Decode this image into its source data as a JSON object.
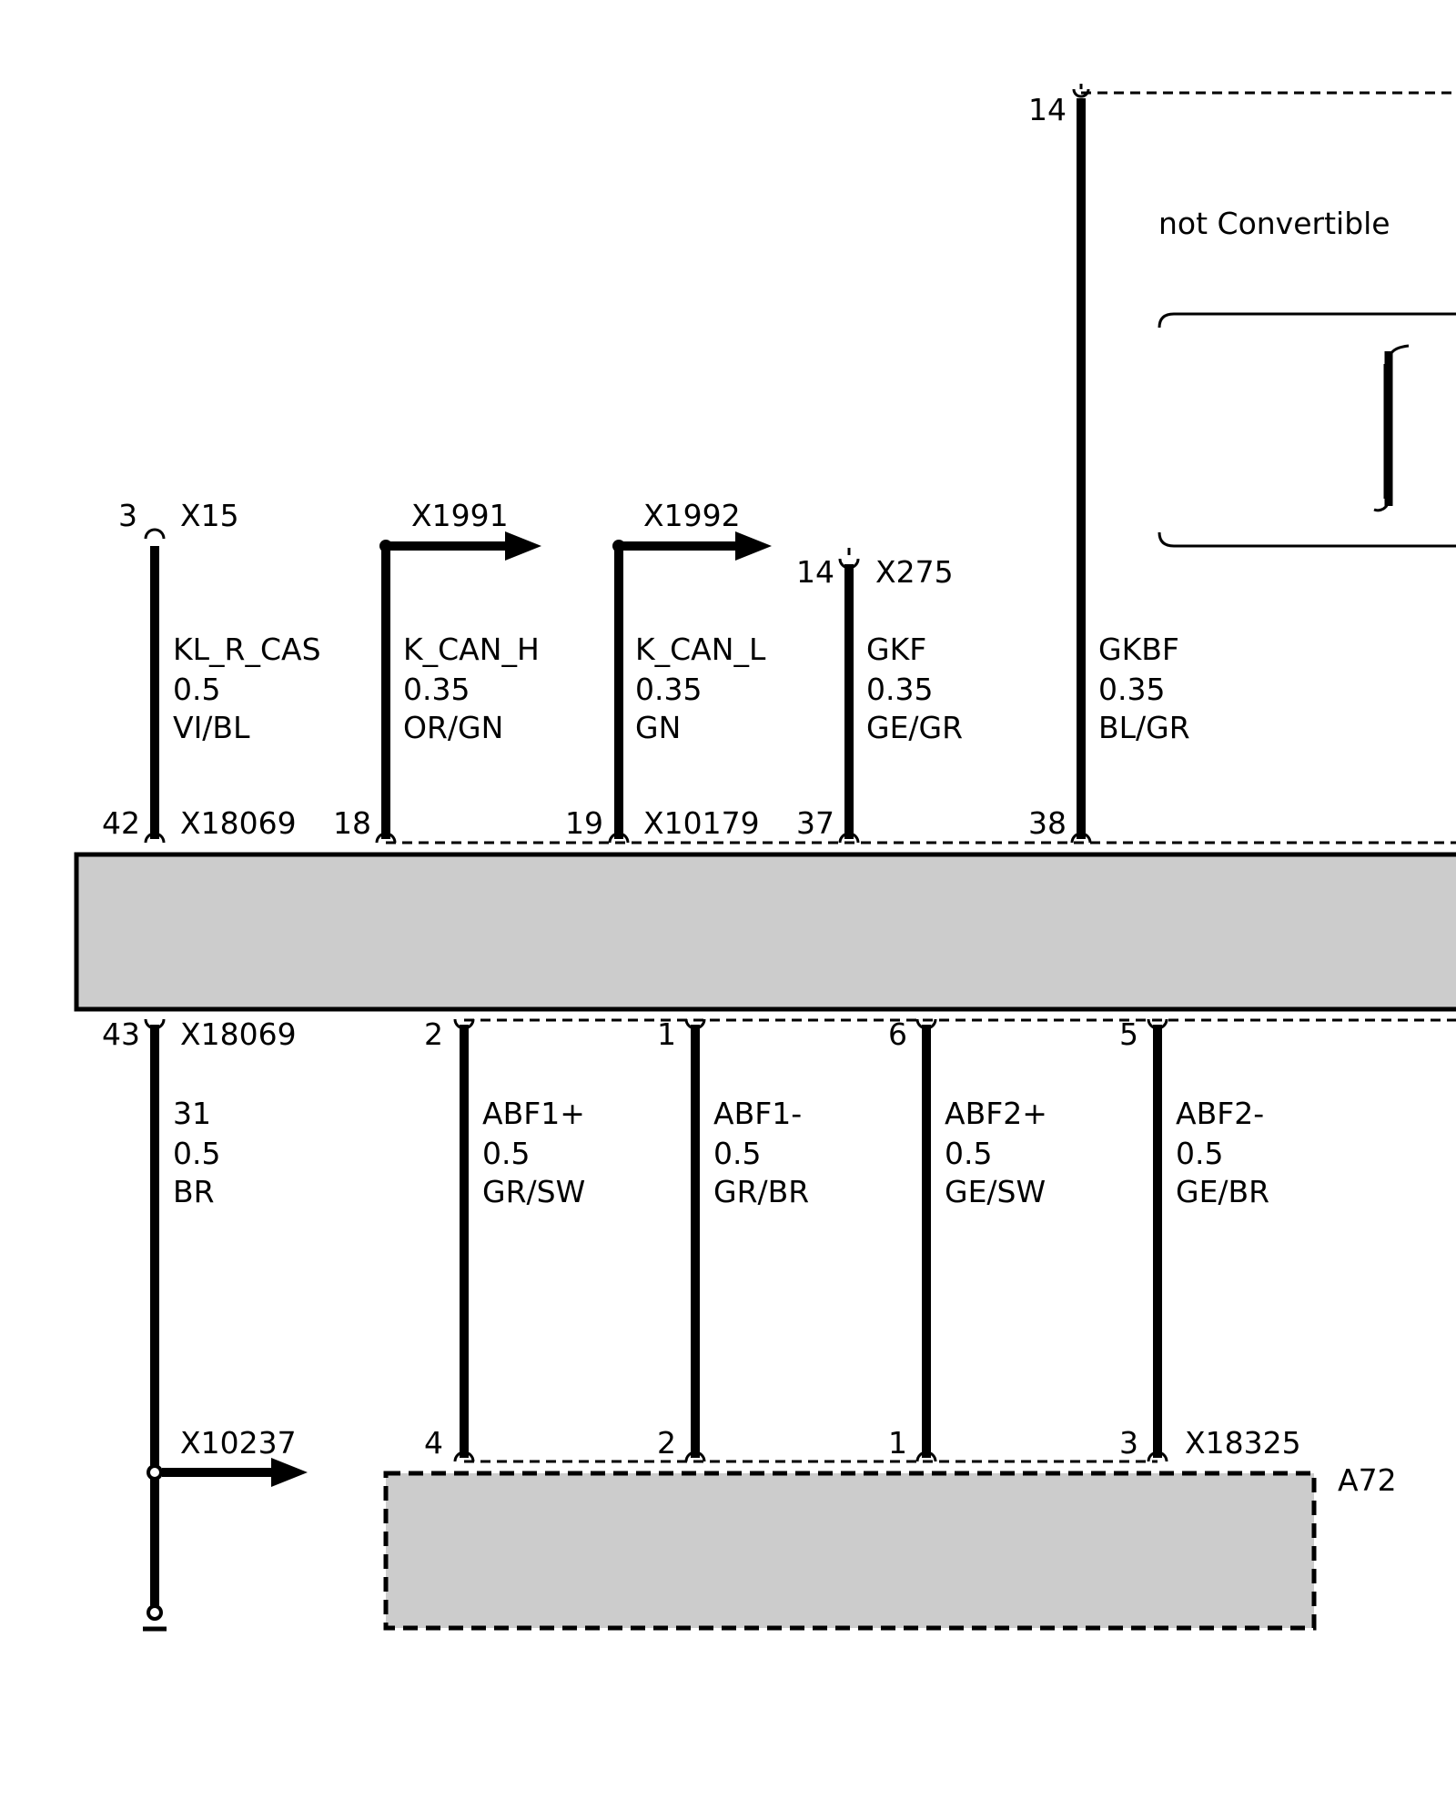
{
  "top_right": {
    "pin": "14",
    "note": "not Convertible"
  },
  "wires_top": [
    {
      "id": "kl-r-cas",
      "top_pin": "3",
      "top_connector": "X15",
      "signal": "KL_R_CAS",
      "size": "0.5",
      "color": "VI/BL",
      "bottom_pin": "42",
      "bottom_connector": "X18069"
    },
    {
      "id": "k-can-h",
      "top_connector": "X1991",
      "signal": "K_CAN_H",
      "size": "0.35",
      "color": "OR/GN",
      "bottom_pin": "18"
    },
    {
      "id": "k-can-l",
      "top_connector": "X1992",
      "signal": "K_CAN_L",
      "size": "0.35",
      "color": "GN",
      "bottom_pin": "19",
      "bottom_connector": "X10179"
    },
    {
      "id": "gkf",
      "top_pin": "14",
      "top_connector": "X275",
      "signal": "GKF",
      "size": "0.35",
      "color": "GE/GR",
      "bottom_pin": "37"
    },
    {
      "id": "gkbf",
      "signal": "GKBF",
      "size": "0.35",
      "color": "BL/GR",
      "bottom_pin": "38"
    }
  ],
  "wires_bottom": [
    {
      "id": "ground",
      "top_pin": "43",
      "top_connector": "X18069",
      "signal": "31",
      "size": "0.5",
      "color": "BR",
      "branch_connector": "X10237"
    },
    {
      "id": "abf1-plus",
      "top_pin": "2",
      "signal": "ABF1+",
      "size": "0.5",
      "color": "GR/SW",
      "bottom_pin": "4"
    },
    {
      "id": "abf1-minus",
      "top_pin": "1",
      "signal": "ABF1-",
      "size": "0.5",
      "color": "GR/BR",
      "bottom_pin": "2"
    },
    {
      "id": "abf2-plus",
      "top_pin": "6",
      "signal": "ABF2+",
      "size": "0.5",
      "color": "GE/SW",
      "bottom_pin": "1"
    },
    {
      "id": "abf2-minus",
      "top_pin": "5",
      "signal": "ABF2-",
      "size": "0.5",
      "color": "GE/BR",
      "bottom_pin": "3",
      "bottom_connector": "X18325"
    }
  ],
  "component_bottom": {
    "label": "A72"
  },
  "colors": {
    "ink": "#000000",
    "component_fill": "#cccccc",
    "background": "#ffffff"
  }
}
